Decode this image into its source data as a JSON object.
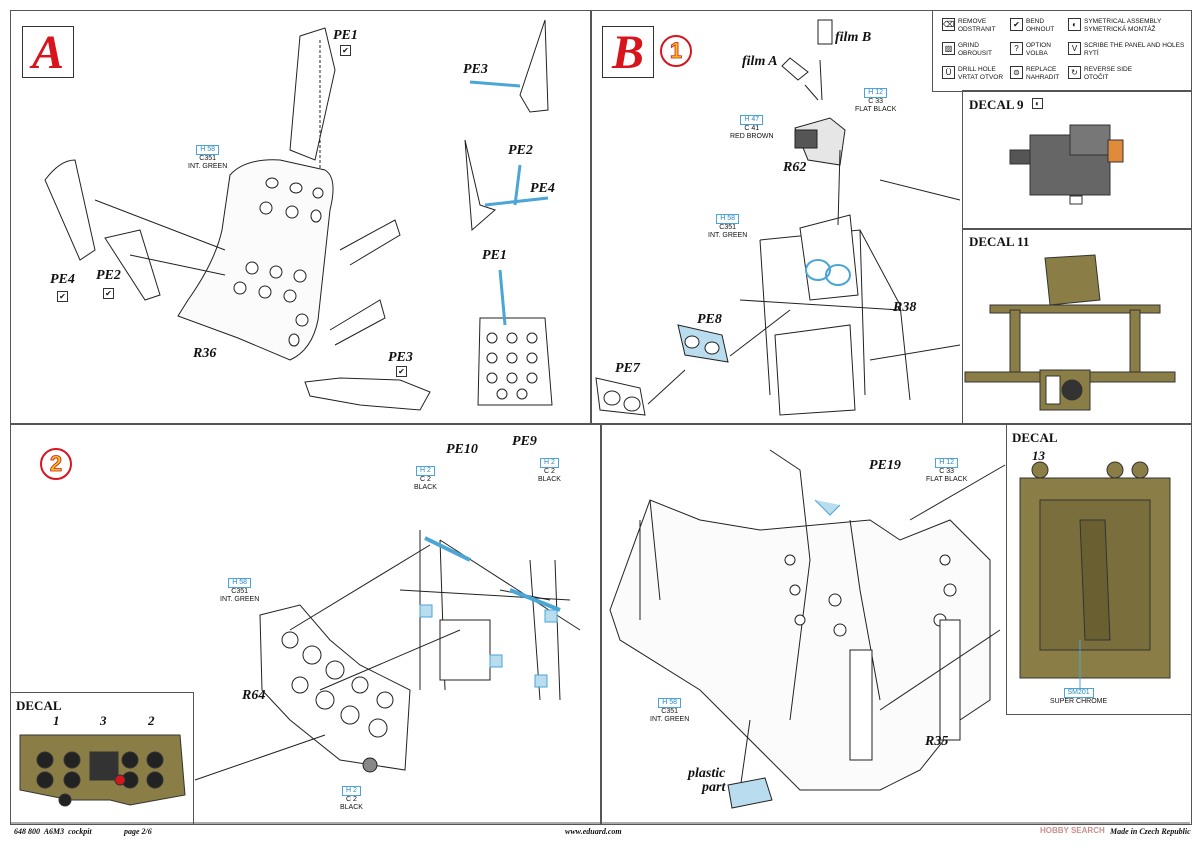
{
  "steps": {
    "a": "A",
    "b": "B",
    "b_sub": "1",
    "c_sub": "2"
  },
  "legend": [
    {
      "icon": "remove-icon",
      "glyph": "⌫",
      "text": "REMOVE\nODSTRANIT"
    },
    {
      "icon": "bend-icon",
      "glyph": "✔",
      "text": "BEND\nOHNOUT"
    },
    {
      "icon": "symmetrical-assembly-icon",
      "glyph": "◐",
      "text": "SYMETRICAL ASSEMBLY\nSYMETRICKÁ MONTÁŽ"
    },
    {
      "icon": "grind-icon",
      "glyph": "▨",
      "text": "GRIND\nOBROUSIT"
    },
    {
      "icon": "option-icon",
      "glyph": "?",
      "text": "OPTION\nVOLBA"
    },
    {
      "icon": "scribe-icon",
      "glyph": "V",
      "text": "SCRIBE THE PANEL AND HOLES\nRYTÍ"
    },
    {
      "icon": "drill-hole-icon",
      "glyph": "Ü",
      "text": "DRILL HOLE\nVRTAT OTVOR"
    },
    {
      "icon": "replace-icon",
      "glyph": "⊜",
      "text": "REPLACE\nNAHRADIT"
    },
    {
      "icon": "reverse-side-icon",
      "glyph": "↻",
      "text": "REVERSE SIDE\nOTOČIT"
    }
  ],
  "paints": {
    "a_seat": {
      "h": "H 58",
      "c": "C351",
      "name": "INT. GREEN"
    },
    "b_r62": {
      "h": "H 47",
      "c": "C 41",
      "name": "RED BROWN"
    },
    "b_flat": {
      "h": "H 12",
      "c": "C 33",
      "name": "FLAT BLACK"
    },
    "b_r38": {
      "h": "H 58",
      "c": "C351",
      "name": "INT. GREEN"
    },
    "c_pe10": {
      "h": "H 2",
      "c": "C 2",
      "name": "BLACK"
    },
    "c_pe9": {
      "h": "H 2",
      "c": "C 2",
      "name": "BLACK"
    },
    "c_r64": {
      "h": "H 58",
      "c": "C351",
      "name": "INT. GREEN"
    },
    "c_knob": {
      "h": "H 2",
      "c": "C 2",
      "name": "BLACK"
    },
    "d_pe19": {
      "h": "H 12",
      "c": "C 33",
      "name": "FLAT BLACK"
    },
    "d_r35": {
      "h": "H 58",
      "c": "C351",
      "name": "INT. GREEN"
    }
  },
  "parts": {
    "pe1_top": "PE1",
    "pe3_top": "PE3",
    "pe2_mid": "PE2",
    "pe4_mid": "PE4",
    "pe1_mid": "PE1",
    "pe4_left": "PE4",
    "pe2_left": "PE2",
    "r36": "R36",
    "pe3_bottom": "PE3",
    "film_b": "film B",
    "film_a": "film A",
    "r62": "R62",
    "r38": "R38",
    "pe8": "PE8",
    "pe7": "PE7",
    "pe10": "PE10",
    "pe9": "PE9",
    "r64": "R64",
    "pe19": "PE19",
    "r35": "R35",
    "plastic_part": "plastic\npart"
  },
  "decals": {
    "decal9": "DECAL 9",
    "decal11": "DECAL 11",
    "decal_left": "DECAL",
    "decal_left_nums": [
      "1",
      "3",
      "2"
    ],
    "decal_right": "DECAL",
    "decal_right_num": "13",
    "sm201": {
      "code": "SM201",
      "name": "SUPER CHROME"
    }
  },
  "footer": {
    "left": "648 800  A6M3  cockpit",
    "page": "page 2/6",
    "site": "www.eduard.com",
    "right": "Made in Czech Republic",
    "watermark": "HOBBY SEARCH"
  },
  "colors": {
    "red": "#d8141c",
    "yellow": "#f0c419",
    "blue": "#4aa6d6",
    "olive": "#8a7d45",
    "grey": "#555555",
    "orange": "#e08a3c"
  }
}
